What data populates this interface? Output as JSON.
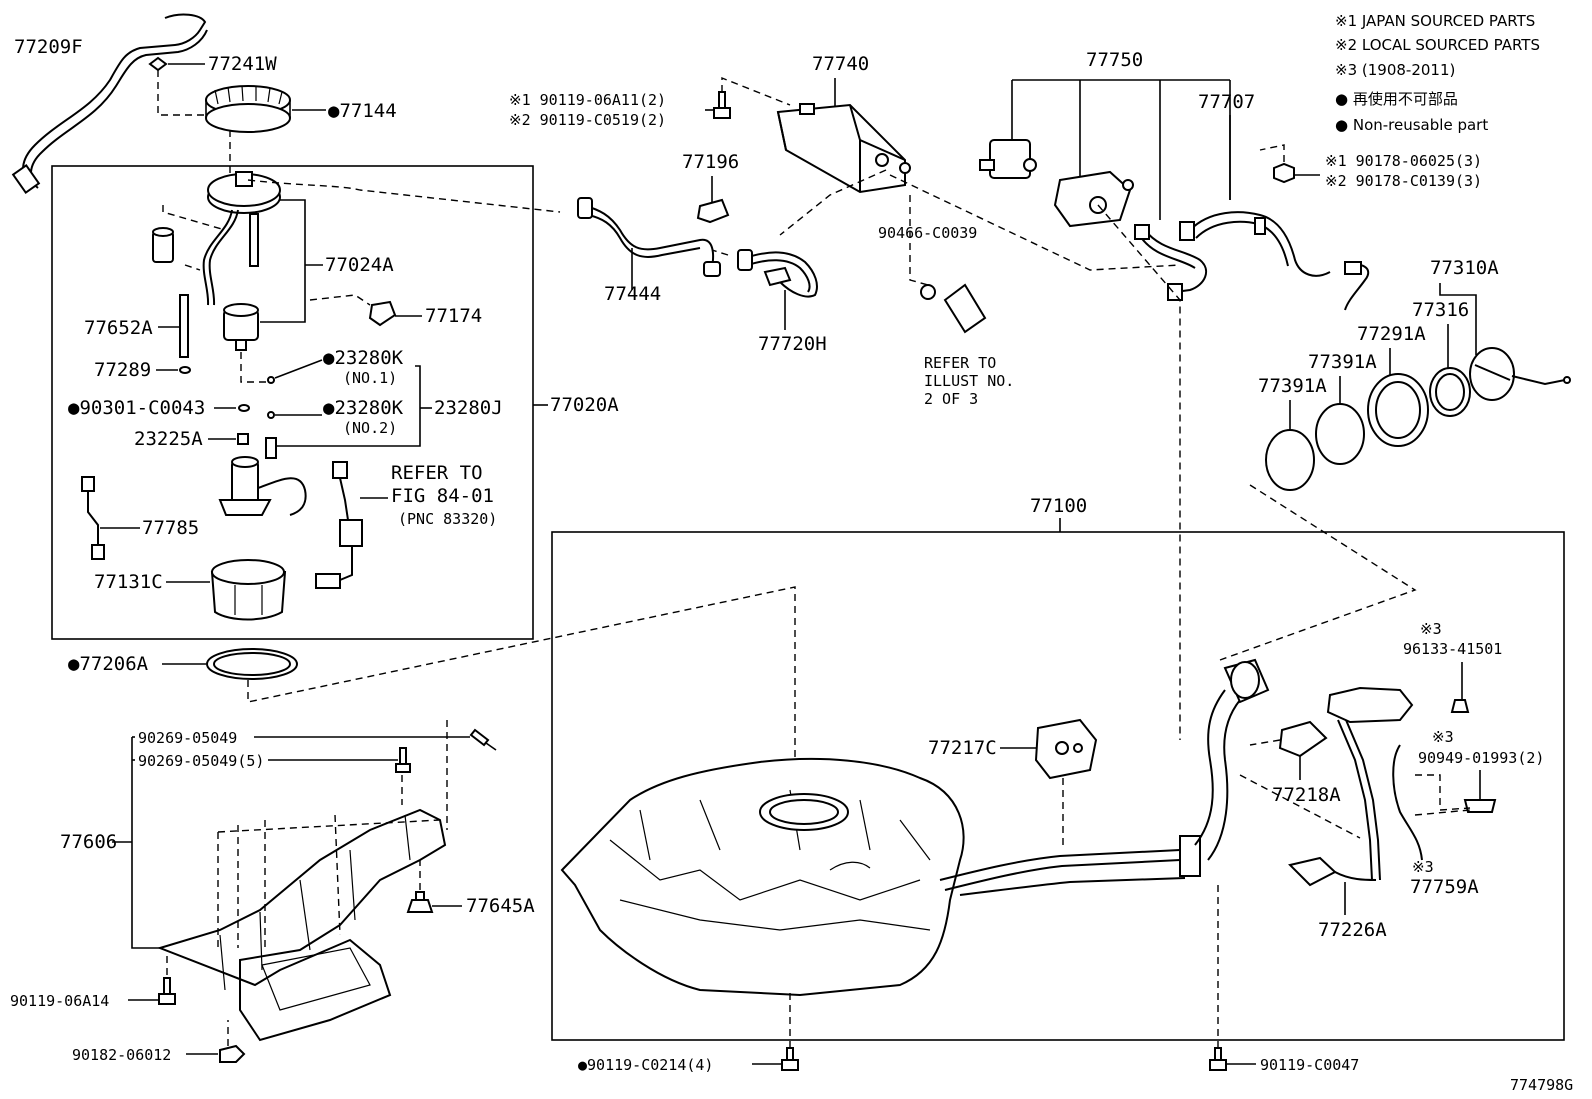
{
  "legend": {
    "japan": "※1 JAPAN SOURCED PARTS",
    "local": "※2 LOCAL SOURCED PARTS",
    "period": "※3 (1908-2011)",
    "nonreuse_jp": "● 再使用不可部品",
    "nonreuse_en": "● Non-reusable part"
  },
  "labels": {
    "p77209F": "77209F",
    "p77241W": "77241W",
    "p77144": "●77144",
    "p77024A": "77024A",
    "p77652A": "77652A",
    "p77289": "77289",
    "p23280K1": "●23280K",
    "no1": "(NO.1)",
    "p90301": "●90301-C0043",
    "p23280K2": "●23280K",
    "no2": "(NO.2)",
    "p23280J": "23280J",
    "p23225A": "23225A",
    "p77020A": "77020A",
    "p77174": "77174",
    "refer1": "REFER TO",
    "refer2": "FIG 84-01",
    "refer3": "(PNC 83320)",
    "p77785": "77785",
    "p77131C": "77131C",
    "p77206A": "●77206A",
    "p77740": "77740",
    "bolt1": "※1 90119-06A11(2)",
    "bolt2": "※2 90119-C0519(2)",
    "p77196": "77196",
    "p77444": "77444",
    "p77720H": "77720H",
    "p90466": "90466-C0039",
    "ref_a": "REFER TO",
    "ref_b": "ILLUST NO.",
    "ref_c": "2 OF 3",
    "p77750": "77750",
    "p77707": "77707",
    "nut1": "※1 90178-06025(3)",
    "nut2": "※2 90178-C0139(3)",
    "p77310A": "77310A",
    "p77316": "77316",
    "p77291A": "77291A",
    "p77391A_1": "77391A",
    "p77391A_2": "77391A",
    "p77100": "77100",
    "m3a": "※3",
    "p96133": "96133-41501",
    "m3b": "※3",
    "p90949": "90949-01993(2)",
    "p77217C": "77217C",
    "p77218A": "77218A",
    "m3c": "※3",
    "p77759A": "77759A",
    "p77226A": "77226A",
    "p90269a": "90269-05049",
    "p90269b": "90269-05049(5)",
    "p77606": "77606",
    "p77645A": "77645A",
    "p90119_06A14": "90119-06A14",
    "p90182": "90182-06012",
    "p90119_C0214": "●90119-C0214(4)",
    "p90119_C0047": "90119-C0047",
    "illust_no": "774798G"
  }
}
